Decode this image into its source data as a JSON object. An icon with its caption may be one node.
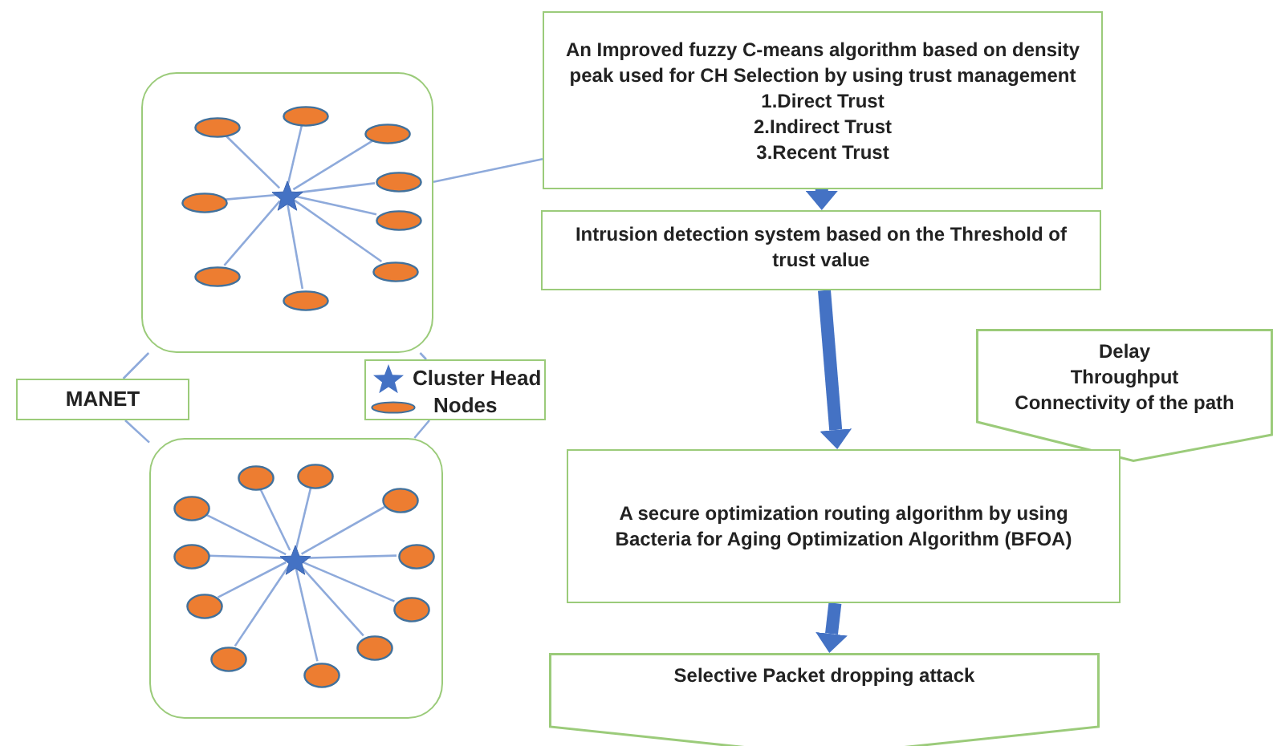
{
  "diagram": {
    "nodes": [
      {
        "text": [],
        "shape": "box"
      },
      {
        "text": [],
        "shape": "star",
        "in": 0
      },
      {
        "text": [],
        "shape": "ellipse",
        "in": 0
      },
      {
        "text": [],
        "shape": "ellipse",
        "in": 0
      },
      {
        "text": [],
        "shape": "ellipse",
        "in": 0
      },
      {
        "text": [],
        "shape": "ellipse",
        "in": 0
      },
      {
        "text": [],
        "shape": "ellipse",
        "in": 0
      },
      {
        "text": [],
        "shape": "ellipse",
        "in": 0
      },
      {
        "text": [],
        "shape": "ellipse",
        "in": 0
      },
      {
        "text": [],
        "shape": "ellipse",
        "in": 0
      },
      {
        "text": [],
        "shape": "ellipse",
        "in": 0
      },
      {
        "text": [],
        "shape": "box"
      },
      {
        "text": [],
        "shape": "star",
        "in": 11
      },
      {
        "text": [],
        "shape": "circle",
        "in": 11
      },
      {
        "text": [],
        "shape": "circle",
        "in": 11
      },
      {
        "text": [],
        "shape": "circle",
        "in": 11
      },
      {
        "text": [],
        "shape": "circle",
        "in": 11
      },
      {
        "text": [],
        "shape": "circle",
        "in": 11
      },
      {
        "text": [],
        "shape": "circle",
        "in": 11
      },
      {
        "text": [],
        "shape": "circle",
        "in": 11
      },
      {
        "text": [],
        "shape": "circle",
        "in": 11
      },
      {
        "text": [],
        "shape": "circle",
        "in": 11
      },
      {
        "text": [],
        "shape": "circle",
        "in": 11
      },
      {
        "text": [],
        "shape": "circle",
        "in": 11
      },
      {
        "text": [
          "MANET"
        ]
      },
      {
        "text": [
          "Cluster Head",
          "Nodes"
        ]
      },
      {
        "text": [
          "An Improved fuzzy C-means algorithm based on density peak used for CH Selection by using trust management",
          "1.Direct Trust",
          "2.Indirect Trust",
          "3.Recent Trust"
        ]
      },
      {
        "text": [
          "Intrusion detection system based on the Threshold of trust value"
        ]
      },
      {
        "text": [
          "Delay",
          "Throughput",
          "Connectivity of the path"
        ]
      },
      {
        "text": [
          "A secure optimization routing algorithm by using Bacteria for Aging Optimization Algorithm (BFOA)"
        ]
      },
      {
        "text": [
          "Selective Packet dropping attack"
        ]
      }
    ],
    "edges": [
      {
        "from": 1,
        "to": 2,
        "arrow": "none"
      },
      {
        "from": 1,
        "to": 3,
        "arrow": "none"
      },
      {
        "from": 1,
        "to": 4,
        "arrow": "none"
      },
      {
        "from": 1,
        "to": 5,
        "arrow": "none"
      },
      {
        "from": 1,
        "to": 6,
        "arrow": "none"
      },
      {
        "from": 1,
        "to": 7,
        "arrow": "none"
      },
      {
        "from": 1,
        "to": 8,
        "arrow": "none"
      },
      {
        "from": 1,
        "to": 9,
        "arrow": "none"
      },
      {
        "from": 1,
        "to": 10,
        "arrow": "none"
      },
      {
        "from": 12,
        "to": 13,
        "arrow": "none"
      },
      {
        "from": 12,
        "to": 14,
        "arrow": "none"
      },
      {
        "from": 12,
        "to": 15,
        "arrow": "none"
      },
      {
        "from": 12,
        "to": 16,
        "arrow": "none"
      },
      {
        "from": 12,
        "to": 17,
        "arrow": "none"
      },
      {
        "from": 12,
        "to": 18,
        "arrow": "none"
      },
      {
        "from": 12,
        "to": 19,
        "arrow": "none"
      },
      {
        "from": 12,
        "to": 20,
        "arrow": "none"
      },
      {
        "from": 12,
        "to": 21,
        "arrow": "none"
      },
      {
        "from": 12,
        "to": 22,
        "arrow": "none"
      },
      {
        "from": 12,
        "to": 23,
        "arrow": "none"
      },
      {
        "from": 0,
        "to": 26,
        "arrow": "none"
      },
      {
        "from": 0,
        "to": 24,
        "arrow": "none"
      },
      {
        "from": 0,
        "to": 25,
        "arrow": "none"
      },
      {
        "from": 24,
        "to": 11,
        "arrow": "none"
      },
      {
        "from": 25,
        "to": 11,
        "arrow": "none"
      },
      {
        "from": 26,
        "to": 27,
        "arrow": "to",
        "style": "thick",
        "color": "#4472c4"
      },
      {
        "from": 27,
        "to": 29,
        "arrow": "to",
        "style": "thick",
        "color": "#4472c4"
      },
      {
        "from": 29,
        "to": 30,
        "arrow": "to",
        "style": "thick",
        "color": "#4472c4"
      }
    ]
  }
}
